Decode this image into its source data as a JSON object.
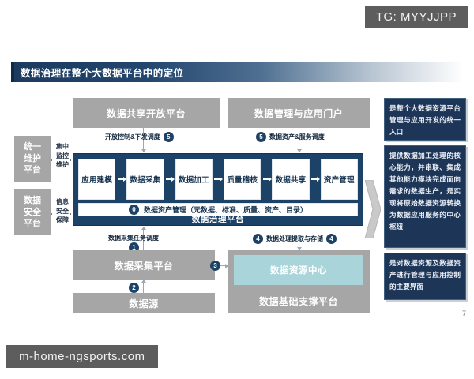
{
  "watermarks": {
    "top": "TG: MYYJJPP",
    "bottom": "m-home-ngsports.com"
  },
  "slide": {
    "title": "数据治理在整个大数据平台中的定位",
    "page_number": "7"
  },
  "left_pillars": [
    {
      "label": "统一\n维护\n平台",
      "caption": "集中\n监控\n维护"
    },
    {
      "label": "数据\n安全\n平台",
      "caption": "信息\n安全\n保障"
    }
  ],
  "top_platforms": [
    {
      "label": "数据共享开放平台"
    },
    {
      "label": "数据管理与应用门户"
    }
  ],
  "governance": {
    "capabilities": [
      "应用建模",
      "数据采集",
      "数据加工",
      "质量稽核",
      "数据共享",
      "资产管理"
    ],
    "asset_row": {
      "number": "0",
      "label": "数据资产管理（元数据、标准、质量、资产、目录）"
    },
    "platform_title": "数据治理平台"
  },
  "connectors": [
    {
      "id": "c5-left",
      "number": "5",
      "label": "开放控制&下发调度"
    },
    {
      "id": "c5-right",
      "number": "5",
      "label": "数据资产&服务调度"
    },
    {
      "id": "c1",
      "number": "1",
      "label": "数据采集任务调度"
    },
    {
      "id": "c4",
      "number": "4",
      "label": "数据处理提取与存储"
    },
    {
      "id": "c2",
      "number": "2",
      "label": ""
    },
    {
      "id": "c3",
      "number": "3",
      "label": ""
    }
  ],
  "bottom_platforms": {
    "collection": "数据采集平台",
    "source": "数据源",
    "support": "数据基础支撑平台",
    "resource_center": "数据资源中心"
  },
  "callouts": [
    {
      "text": "是整个大数据资源平台管理与应用开发的统一入口"
    },
    {
      "text": "提供数据加工处理的核心能力，并串联、集成其他能力模块完成面向需求的数据生产，是实现将原始数据资源转换为数据应用服务的中心枢纽"
    },
    {
      "text": "是对数据资源及数据资产进行管理与应用控制的主要界面"
    }
  ],
  "colors": {
    "dark_navy": "#1d4267",
    "gray_box": "#a6a6a6",
    "teal": "#a9d5da",
    "callout_bg": "#1d3557"
  }
}
